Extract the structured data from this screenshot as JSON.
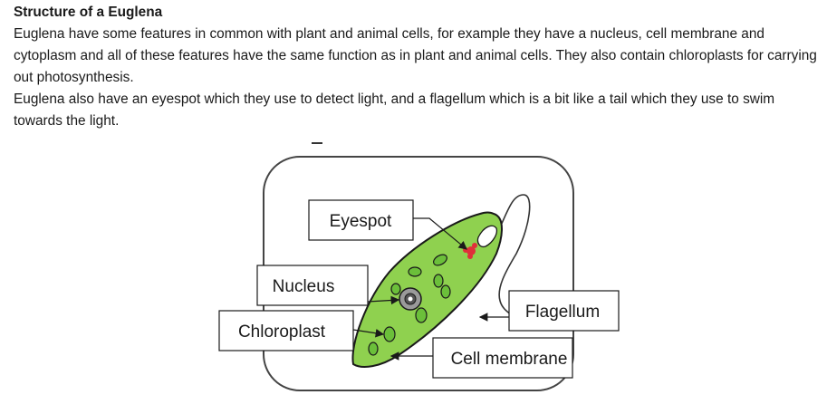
{
  "document": {
    "title": "Structure of a Euglena",
    "paragraph1": "Euglena have some features in common with plant and animal cells, for example they have a nucleus, cell membrane and cytoplasm and all of these features have the same function as in plant and animal cells. They also contain chloroplasts for carrying out photosynthesis.",
    "paragraph2": "Euglena also have an eyespot which they use to detect light, and a flagellum which is a bit like a tail which they use to swim towards the light."
  },
  "diagram": {
    "labels": {
      "eyespot": "Eyespot",
      "nucleus": "Nucleus",
      "chloroplast": "Chloroplast",
      "flagellum": "Flagellum",
      "cell_membrane": "Cell membrane"
    },
    "colors": {
      "cell_body": "#8fd14f",
      "cell_outline": "#1a1a1a",
      "eyespot": "#e0303a",
      "chloroplast": "#6bbf3a",
      "nucleus": "#8a8a8a",
      "frame": "#444444"
    }
  }
}
